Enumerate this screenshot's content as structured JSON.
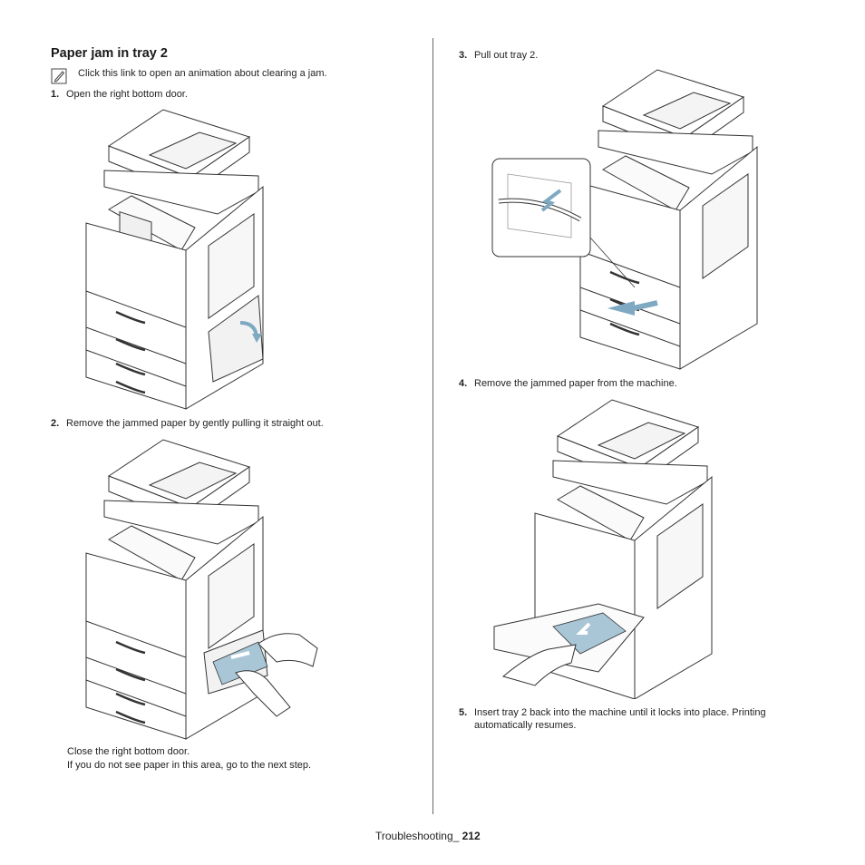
{
  "page": {
    "title": "Paper jam in tray 2",
    "note": "Click this link to open an animation about clearing a jam.",
    "steps": [
      {
        "num": "1.",
        "text": "Open the right bottom door."
      },
      {
        "num": "2.",
        "text": "Remove the jammed paper by gently pulling it straight out."
      },
      {
        "num": "3.",
        "text": "Pull out tray 2."
      },
      {
        "num": "4.",
        "text": "Remove the jammed paper from the machine."
      },
      {
        "num": "5.",
        "text": "Insert tray 2 back into the machine until it locks into place. Printing automatically resumes."
      }
    ],
    "after_step2": [
      "Close the right bottom door.",
      "If you do not see paper in this area, go to the next step."
    ],
    "footer": {
      "section": "Troubleshooting_ ",
      "page_number": "212"
    }
  },
  "icons": {
    "note": "note-pencil-icon"
  },
  "colors": {
    "arrow": "#7fa9c2",
    "paper": "#a9c6d6",
    "line": "#333333"
  }
}
